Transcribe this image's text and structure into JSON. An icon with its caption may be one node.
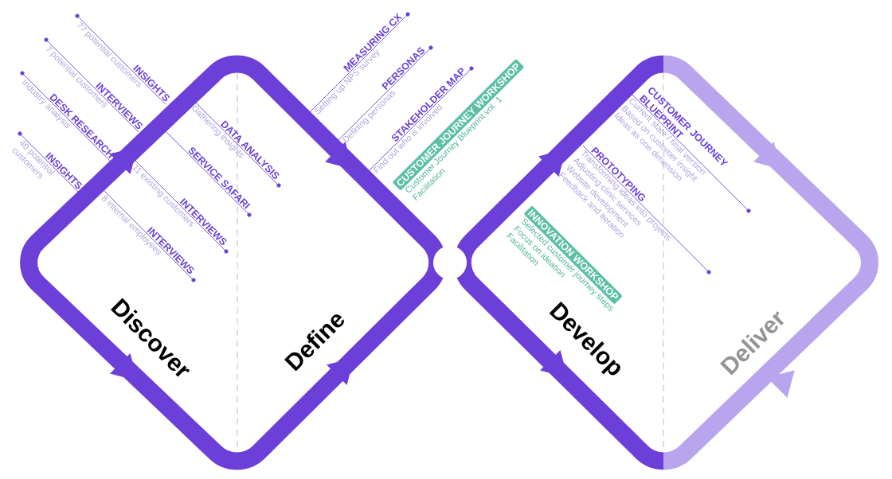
{
  "diagram": {
    "nodes": [
      {
        "text": [
          "CUSTOMER JOURNEY WORKSHOP"
        ],
        "beside": [
          "Customer Journey Blueprint vol. 1",
          "Facilitation"
        ]
      },
      {
        "text": [
          "INNOVATION WORKSHOP"
        ],
        "beside": [
          "Selected customer journey steps",
          "Focus on ideation",
          "Facilitation"
        ]
      }
    ],
    "labels": [
      "INSIGHTS",
      "77 potential customers",
      "INTERVIEWS",
      "7 potential customers",
      "DESK RESEARCH",
      "Industry analysis",
      "INSIGHTS",
      "40 potential customers",
      "DATA ANALYSIS",
      "Gathering insights",
      "SERVICE SAFARI",
      "INTERVIEWS",
      "11 existing customers",
      "INTERVIEWS",
      "8 internal employees",
      "MEASURING CX",
      "Setting up NPS survey",
      "PERSONAS",
      "Defining personas",
      "STAKEHOLDER MAP",
      "Find out who is involved",
      "CUSTOMER JOURNEY BLUEPRINT",
      "Current state / final version",
      "Based on customer insight",
      "Ideas as one dimension",
      "PROTOTYPING",
      "Transforming ideas into projects",
      "Adjusting clinic services",
      "Website development",
      "Feedback and iteration",
      "Discover",
      "Define",
      "Develop",
      "Deliver"
    ]
  }
}
